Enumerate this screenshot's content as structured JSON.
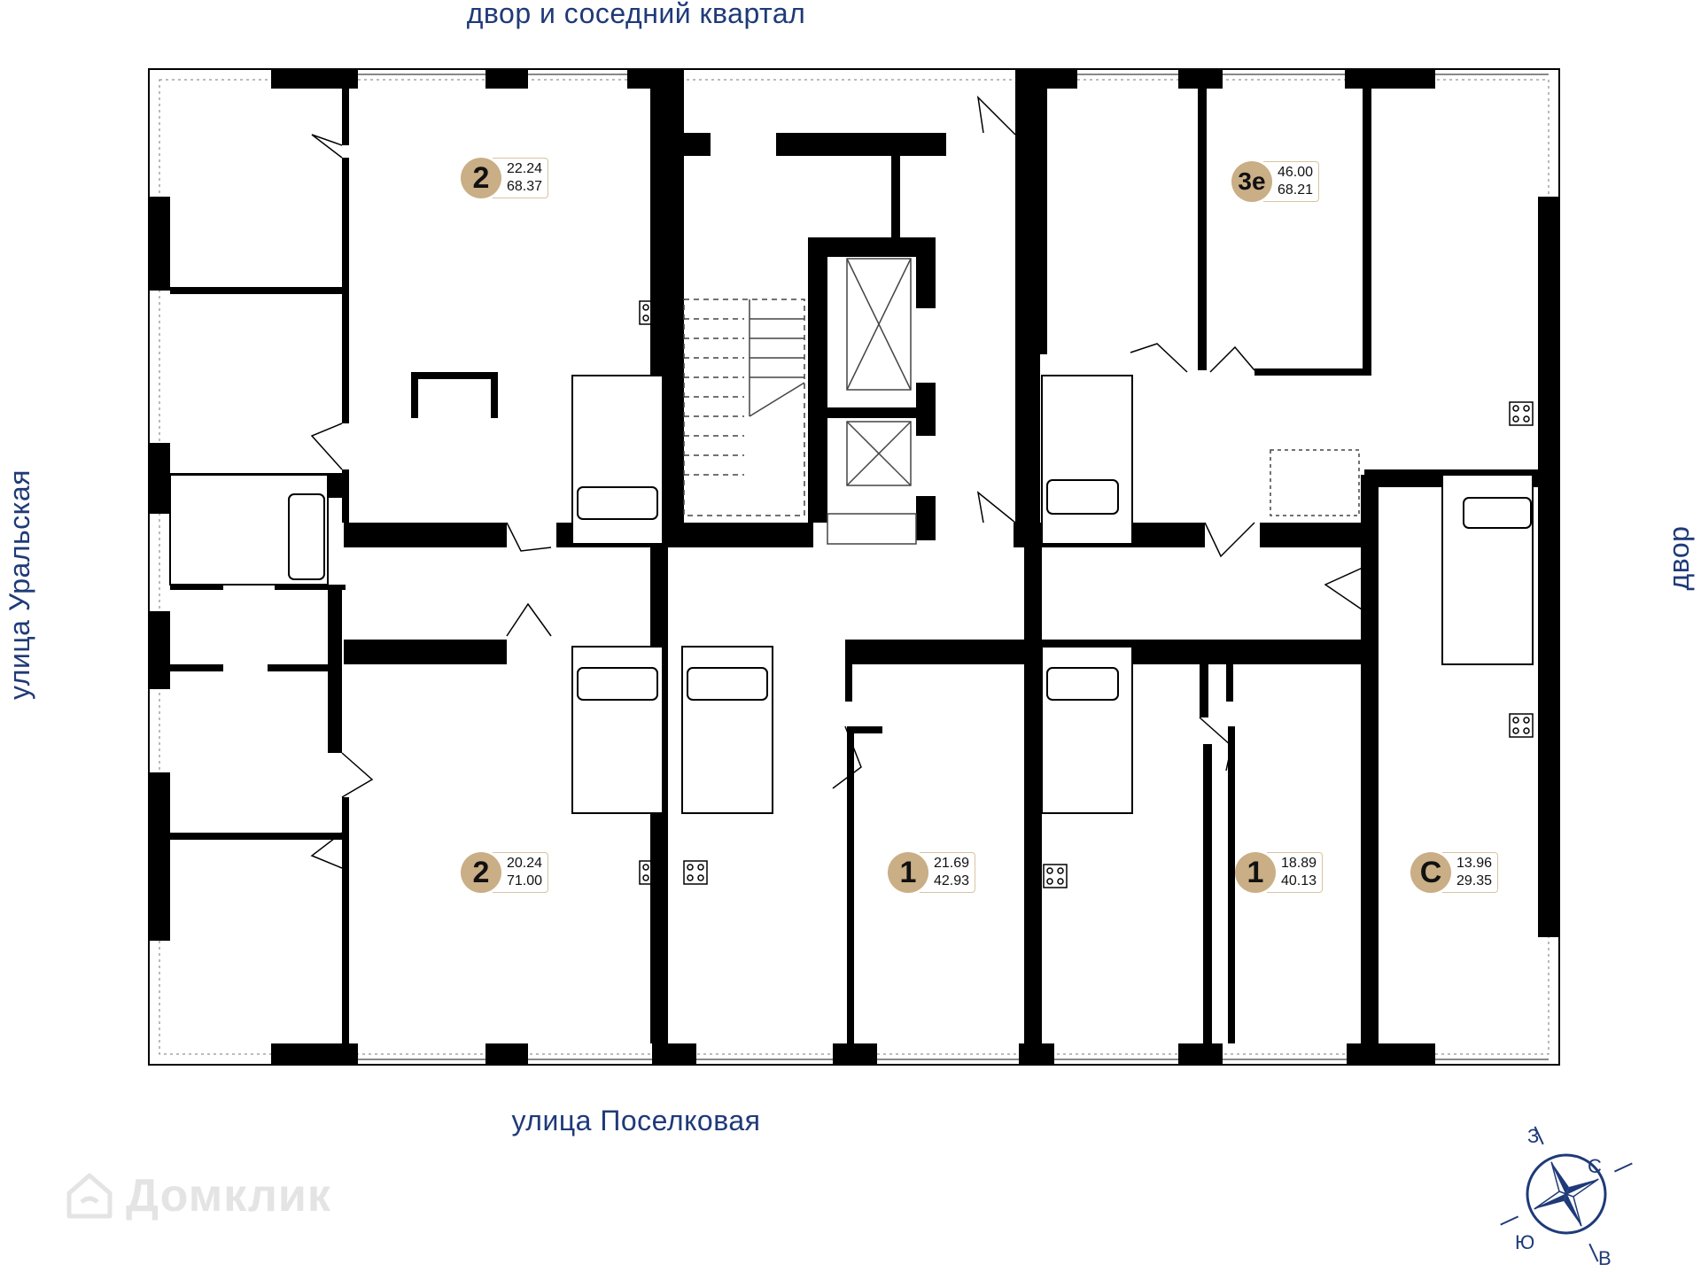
{
  "streets": {
    "top": "двор и соседний квартал",
    "bottom": "улица Поселковая",
    "left": "улица Уральская",
    "right": "двор"
  },
  "apartments": [
    {
      "rooms": "2",
      "living": "22.24",
      "total": "68.37"
    },
    {
      "rooms": "3е",
      "living": "46.00",
      "total": "68.21"
    },
    {
      "rooms": "2",
      "living": "20.24",
      "total": "71.00"
    },
    {
      "rooms": "1",
      "living": "21.69",
      "total": "42.93"
    },
    {
      "rooms": "1",
      "living": "18.89",
      "total": "40.13"
    },
    {
      "rooms": "С",
      "living": "13.96",
      "total": "29.35"
    }
  ],
  "compass": {
    "north": "С",
    "south": "Ю",
    "west": "З",
    "east": "В"
  },
  "watermark": "Домклик",
  "colors": {
    "wall": "#000000",
    "badge": "#c9ae86",
    "label": "#1f3a78"
  }
}
